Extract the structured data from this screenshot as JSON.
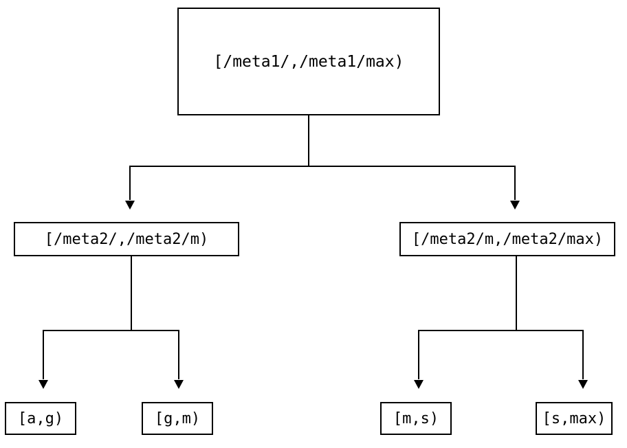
{
  "diagram": {
    "type": "tree",
    "orientation": "top-down",
    "background_color": "#ffffff",
    "stroke_color": "#000000",
    "text_color": "#000000",
    "nodes": {
      "root": {
        "label": "[/meta1/,/meta1/max)"
      },
      "meta2_low": {
        "label": "[/meta2/,/meta2/m)"
      },
      "meta2_high": {
        "label": "[/meta2/m,/meta2/max)"
      },
      "leaf_ag": {
        "label": "[a,g)"
      },
      "leaf_gm": {
        "label": "[g,m)"
      },
      "leaf_ms": {
        "label": "[m,s)"
      },
      "leaf_smax": {
        "label": "[s,max)"
      }
    },
    "edges": [
      {
        "from": "root",
        "to": "meta2_low",
        "arrowhead": "filled-triangle"
      },
      {
        "from": "root",
        "to": "meta2_high",
        "arrowhead": "filled-triangle"
      },
      {
        "from": "meta2_low",
        "to": "leaf_ag",
        "arrowhead": "filled-triangle"
      },
      {
        "from": "meta2_low",
        "to": "leaf_gm",
        "arrowhead": "filled-triangle"
      },
      {
        "from": "meta2_high",
        "to": "leaf_ms",
        "arrowhead": "filled-triangle"
      },
      {
        "from": "meta2_high",
        "to": "leaf_smax",
        "arrowhead": "filled-triangle"
      }
    ]
  }
}
